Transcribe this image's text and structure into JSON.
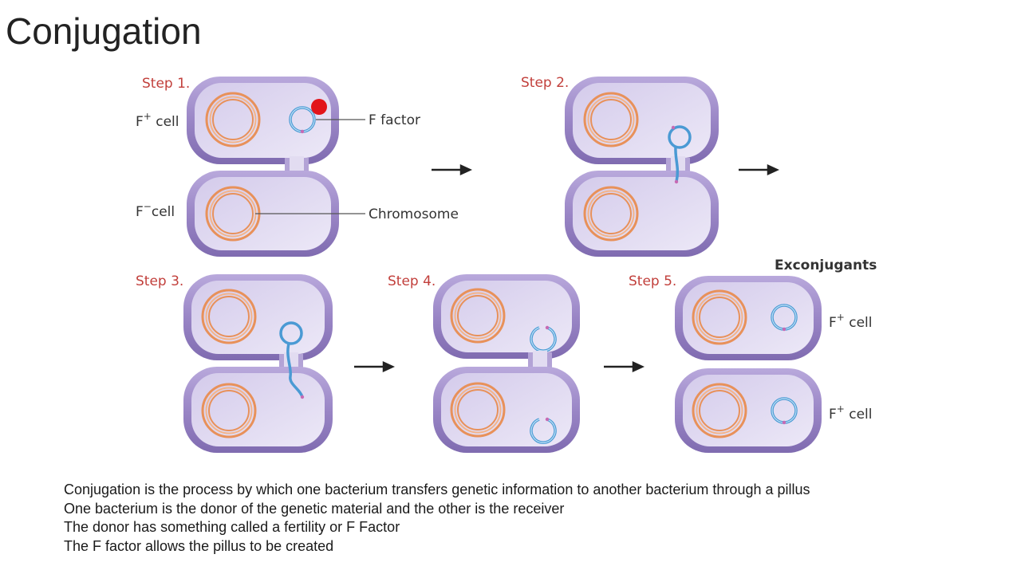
{
  "title": "Conjugation",
  "steps": [
    {
      "label": "Step 1."
    },
    {
      "label": "Step 2."
    },
    {
      "label": "Step 3."
    },
    {
      "label": "Step 4."
    },
    {
      "label": "Step 5."
    }
  ],
  "labels": {
    "f_plus_cell": {
      "base": "F",
      "sup": "+",
      "text": " cell"
    },
    "f_minus_cell": {
      "base": "F",
      "sup": "−",
      "text": "cell"
    },
    "f_factor": "F factor",
    "chromosome": "Chromosome",
    "exconjugants": "Exconjugants"
  },
  "notes": [
    "Conjugation is the process by which one bacterium transfers genetic information to another bacterium through a pillus",
    "One bacterium is the donor of the genetic material and the other is the receiver",
    "The donor has something called a fertility or F Factor",
    "The F factor allows the pillus to be created"
  ],
  "colors": {
    "cell_outer": "#9c8ac6",
    "cell_inner": "#e2dcf1",
    "chromosome": "#e8915a",
    "plasmid": "#4a9ad4",
    "marker": "#e2141a",
    "step_label": "#c2403c"
  }
}
